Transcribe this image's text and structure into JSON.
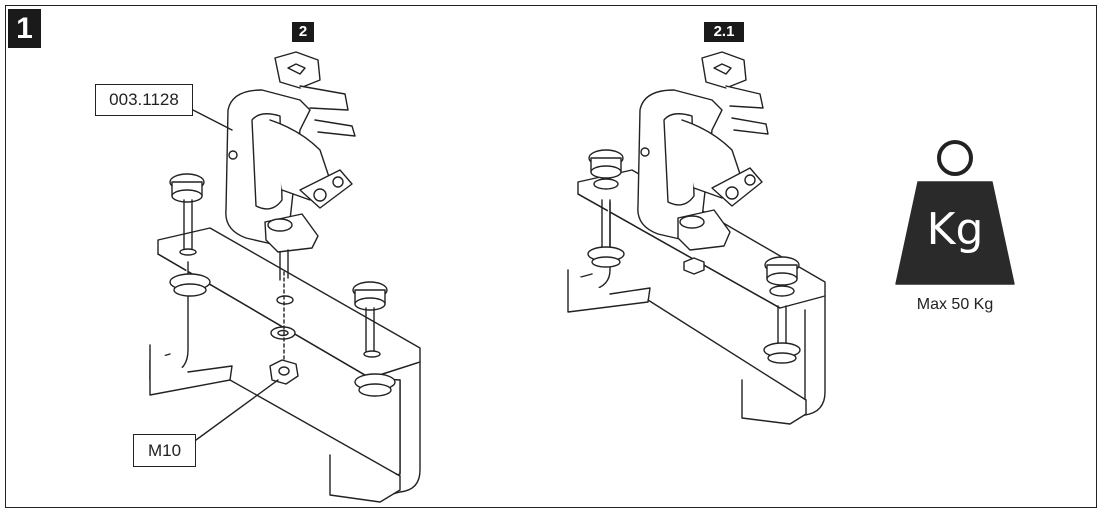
{
  "figure": {
    "step_number": "1",
    "views": [
      {
        "label": "2"
      },
      {
        "label": "2.1"
      }
    ],
    "callouts": {
      "part_number": "003.1128",
      "nut_size": "M10"
    },
    "weight": {
      "symbol_text": "Kg",
      "caption": "Max 50 Kg"
    }
  }
}
